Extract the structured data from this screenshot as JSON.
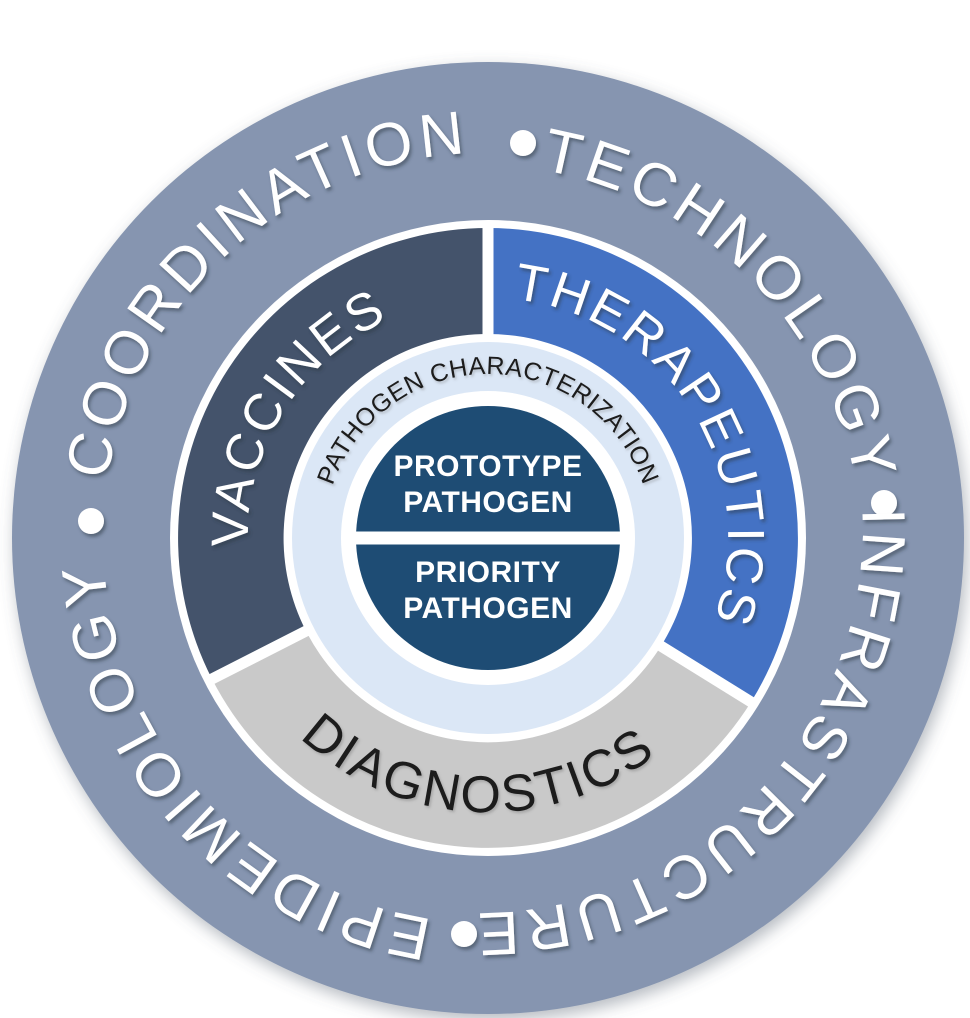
{
  "wheel": {
    "outer_ring": {
      "labels": {
        "coordination": "COORDINATION",
        "technology": "TECHNOLOGY",
        "infrastructure": "INFRASTRUCTURE",
        "epidemiology": "EPIDEMIOLOGY"
      },
      "color": "#8695b0",
      "text_color": "#ffffff",
      "separator_dot_color": "#ffffff"
    },
    "segment_ring": {
      "divider_color": "#ffffff",
      "segments": [
        {
          "label": "VACCINES",
          "color": "#44536b",
          "text_color": "#ffffff"
        },
        {
          "label": "THERAPEUTICS",
          "color": "#4472c4",
          "text_color": "#ffffff"
        },
        {
          "label": "DIAGNOSTICS",
          "color": "#c9c9c9",
          "text_color": "#1a1a1a"
        }
      ]
    },
    "characterization_ring": {
      "label": "PATHOGEN CHARACTERIZATION",
      "color": "#dbe7f6",
      "text_color": "#1a1a1a"
    },
    "core": {
      "color": "#1e4c74",
      "divider_color": "#ffffff",
      "text_color": "#ffffff",
      "top": {
        "line1": "PROTOTYPE",
        "line2": "PATHOGEN"
      },
      "bottom": {
        "line1": "PRIORITY",
        "line2": "PATHOGEN"
      }
    }
  }
}
